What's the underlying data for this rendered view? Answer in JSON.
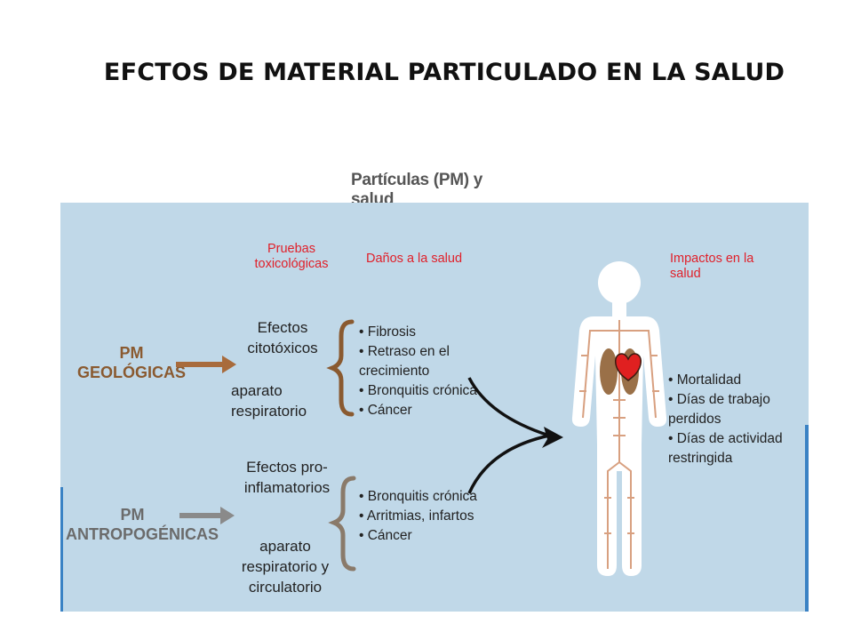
{
  "slide": {
    "title": "EFCTOS DE MATERIAL PARTICULADO EN LA SALUD"
  },
  "figure": {
    "title": "Partículas (PM) y salud",
    "headers": {
      "tests": "Pruebas toxicológicas",
      "damage": "Daños a la salud",
      "impacts": "Impactos en la salud"
    },
    "geologic": {
      "source": "PM GEOLÓGICAS",
      "effects": "Efectos citotóxicos",
      "system": "aparato respiratorio",
      "damages": [
        "Fibrosis",
        "Retraso en el crecimiento",
        "Bronquitis crónica",
        "Cáncer"
      ]
    },
    "anthropogenic": {
      "source": "PM ANTROPOGÉNICAS",
      "effects": "Efectos pro-inflamatorios",
      "system": "aparato respiratorio y circulatorio",
      "damages": [
        "Bronquitis crónica",
        "Arritmias, infartos",
        "Cáncer"
      ]
    },
    "impacts": [
      "Mortalidad",
      "Días de trabajo perdidos",
      "Días de actividad restringida"
    ]
  },
  "colors": {
    "panel": "#c0d8e8",
    "header_red": "#e0202a",
    "geologic_brown": "#8a5a30",
    "anthropogenic_gray": "#6b6b6b",
    "vessels": "#d8a080",
    "heart": "#e02020",
    "lungs": "#9a7048"
  }
}
